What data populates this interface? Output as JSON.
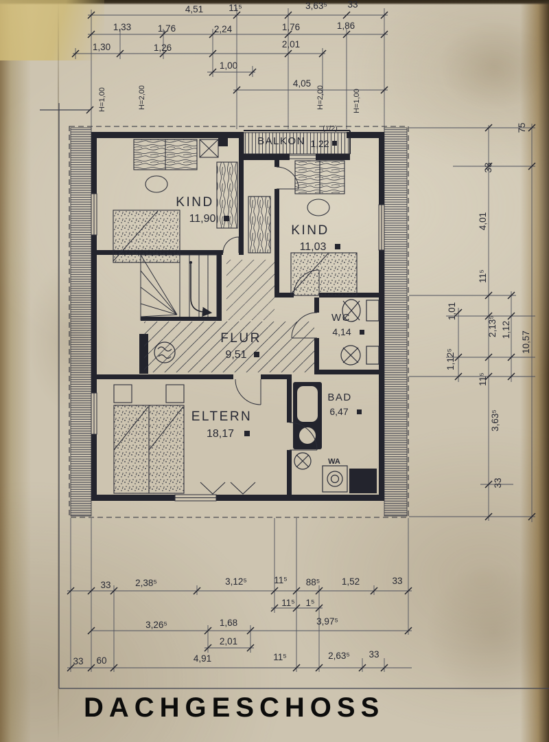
{
  "title": "DACHGESCHOSS",
  "plan": {
    "rooms": [
      {
        "name": "BALKON",
        "area": "1,22",
        "note": "(1/2)"
      },
      {
        "name": "KIND",
        "area": "11,90"
      },
      {
        "name": "KIND",
        "area": "11,03"
      },
      {
        "name": "FLUR",
        "area": "9,51"
      },
      {
        "name": "WC",
        "area": "4,14"
      },
      {
        "name": "BAD",
        "area": "6,47"
      },
      {
        "name": "ELTERN",
        "area": "18,17"
      }
    ],
    "appliance": "WA",
    "heights": [
      "H=1,00",
      "H=2,00",
      "H=2,00",
      "H=1,00"
    ]
  },
  "dims": {
    "top": [
      "1,33",
      "4,51",
      "11⁵",
      "3,63⁵",
      "33",
      "1,76",
      "2,24",
      "1,76",
      "1,86",
      "1,30",
      "1,26",
      "2,01",
      "1,00",
      "4,05"
    ],
    "right": [
      "75",
      "33",
      "4,01",
      "11⁵",
      "1,01",
      "2,13⁵",
      "1,12",
      "1,12⁵",
      "10,57",
      "11⁵",
      "3,63⁵",
      "33"
    ],
    "bottom": [
      "33",
      "2,38⁵",
      "3,12⁵",
      "11⁵",
      "88⁵",
      "1,52",
      "33",
      "11⁵",
      "1⁵",
      "3,26⁵",
      "1,68",
      "3,97⁵",
      "2,01",
      "33",
      "60",
      "4,91",
      "11⁵",
      "2,63⁵",
      "33"
    ]
  },
  "colors": {
    "ink": "#23242d",
    "paper": "#cdc4b0"
  }
}
